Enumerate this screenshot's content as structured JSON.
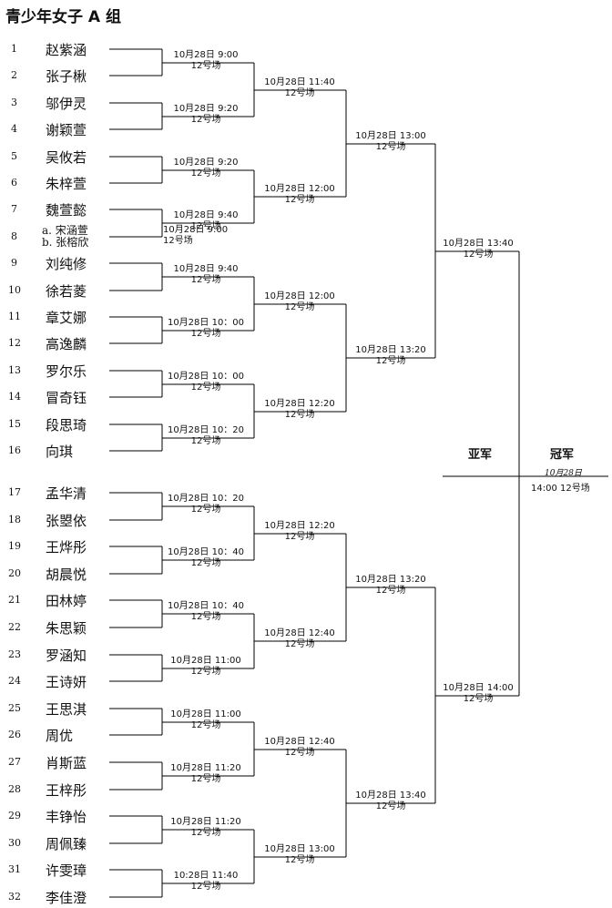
{
  "title": "青少年女子 A 组",
  "players": [
    {
      "seed": "1",
      "name": "赵紫涵"
    },
    {
      "seed": "2",
      "name": "张子楸"
    },
    {
      "seed": "3",
      "name": "邬伊灵"
    },
    {
      "seed": "4",
      "name": "谢颖萱"
    },
    {
      "seed": "5",
      "name": "吴攸若"
    },
    {
      "seed": "6",
      "name": "朱梓萱"
    },
    {
      "seed": "7",
      "name": "魏萱懿"
    },
    {
      "seed": "8",
      "name": "a. 宋涵萱",
      "name2": "b. 张榕欣"
    },
    {
      "seed": "9",
      "name": "刘纯修"
    },
    {
      "seed": "10",
      "name": "徐若菱"
    },
    {
      "seed": "11",
      "name": "章艾娜"
    },
    {
      "seed": "12",
      "name": "高逸麟"
    },
    {
      "seed": "13",
      "name": "罗尔乐"
    },
    {
      "seed": "14",
      "name": "冒奇钰"
    },
    {
      "seed": "15",
      "name": "段思琦"
    },
    {
      "seed": "16",
      "name": "向琪"
    },
    {
      "seed": "17",
      "name": "孟华清"
    },
    {
      "seed": "18",
      "name": "张曌依"
    },
    {
      "seed": "19",
      "name": "王烨彤"
    },
    {
      "seed": "20",
      "name": "胡晨悦"
    },
    {
      "seed": "21",
      "name": "田林婷"
    },
    {
      "seed": "22",
      "name": "朱思颖"
    },
    {
      "seed": "23",
      "name": "罗涵知"
    },
    {
      "seed": "24",
      "name": "王诗妍"
    },
    {
      "seed": "25",
      "name": "王思淇"
    },
    {
      "seed": "26",
      "name": "周优"
    },
    {
      "seed": "27",
      "name": "肖斯蓝"
    },
    {
      "seed": "28",
      "name": "王梓彤"
    },
    {
      "seed": "29",
      "name": "丰铮怡"
    },
    {
      "seed": "30",
      "name": "周佩臻"
    },
    {
      "seed": "31",
      "name": "许雯璋"
    },
    {
      "seed": "32",
      "name": "李佳澄"
    }
  ],
  "r1": [
    {
      "time": "10月28日  9:00",
      "court": "12号场"
    },
    {
      "time": "10月28日  9:20",
      "court": "12号场"
    },
    {
      "time": "10月28日  9:20",
      "court": "12号场"
    },
    {
      "time": "10月28日  9:40",
      "court": "12号场"
    },
    {
      "time": "10月28日  9:40",
      "court": "12号场"
    },
    {
      "time": "10月28日  10：00",
      "court": "12号场"
    },
    {
      "time": "10月28日  10：00",
      "court": "12号场"
    },
    {
      "time": "10月28日  10：20",
      "court": "12号场"
    },
    {
      "time": "10月28日  10：20",
      "court": "12号场"
    },
    {
      "time": "10月28日  10：40",
      "court": "12号场"
    },
    {
      "time": "10月28日  10：40",
      "court": "12号场"
    },
    {
      "time": "10月28日  11:00",
      "court": "12号场"
    },
    {
      "time": "10月28日  11:00",
      "court": "12号场"
    },
    {
      "time": "10月28日  11:20",
      "court": "12号场"
    },
    {
      "time": "10月28日  11:20",
      "court": "12号场"
    },
    {
      "time": "10:28日  11:40",
      "court": "12号场"
    }
  ],
  "r1_extra": {
    "time": "10月28日  9:00",
    "court": "12号场"
  },
  "r2": [
    {
      "time": "10月28日  11:40",
      "court": "12号场"
    },
    {
      "time": "10月28日  12:00",
      "court": "12号场"
    },
    {
      "time": "10月28日  12:00",
      "court": "12号场"
    },
    {
      "time": "10月28日  12:20",
      "court": "12号场"
    },
    {
      "time": "10月28日  12:20",
      "court": "12号场"
    },
    {
      "time": "10月28日  12:40",
      "court": "12号场"
    },
    {
      "time": "10月28日  12:40",
      "court": "12号场"
    },
    {
      "time": "10月28日  13:00",
      "court": "12号场"
    }
  ],
  "r3": [
    {
      "time": "10月28日  13:00",
      "court": "12号场"
    },
    {
      "time": "10月28日  13:20",
      "court": "12号场"
    },
    {
      "time": "10月28日  13:20",
      "court": "12号场"
    },
    {
      "time": "10月28日  13:40",
      "court": "12号场"
    }
  ],
  "r4": [
    {
      "time": "10月28日   13:40",
      "court": "12号场"
    },
    {
      "time": "10月28日   14:00",
      "court": "12号场"
    }
  ],
  "final": {
    "runner_up_label": "亚军",
    "champion_label": "冠军",
    "date": "10月28日",
    "time_court": "14:00  12号场"
  }
}
